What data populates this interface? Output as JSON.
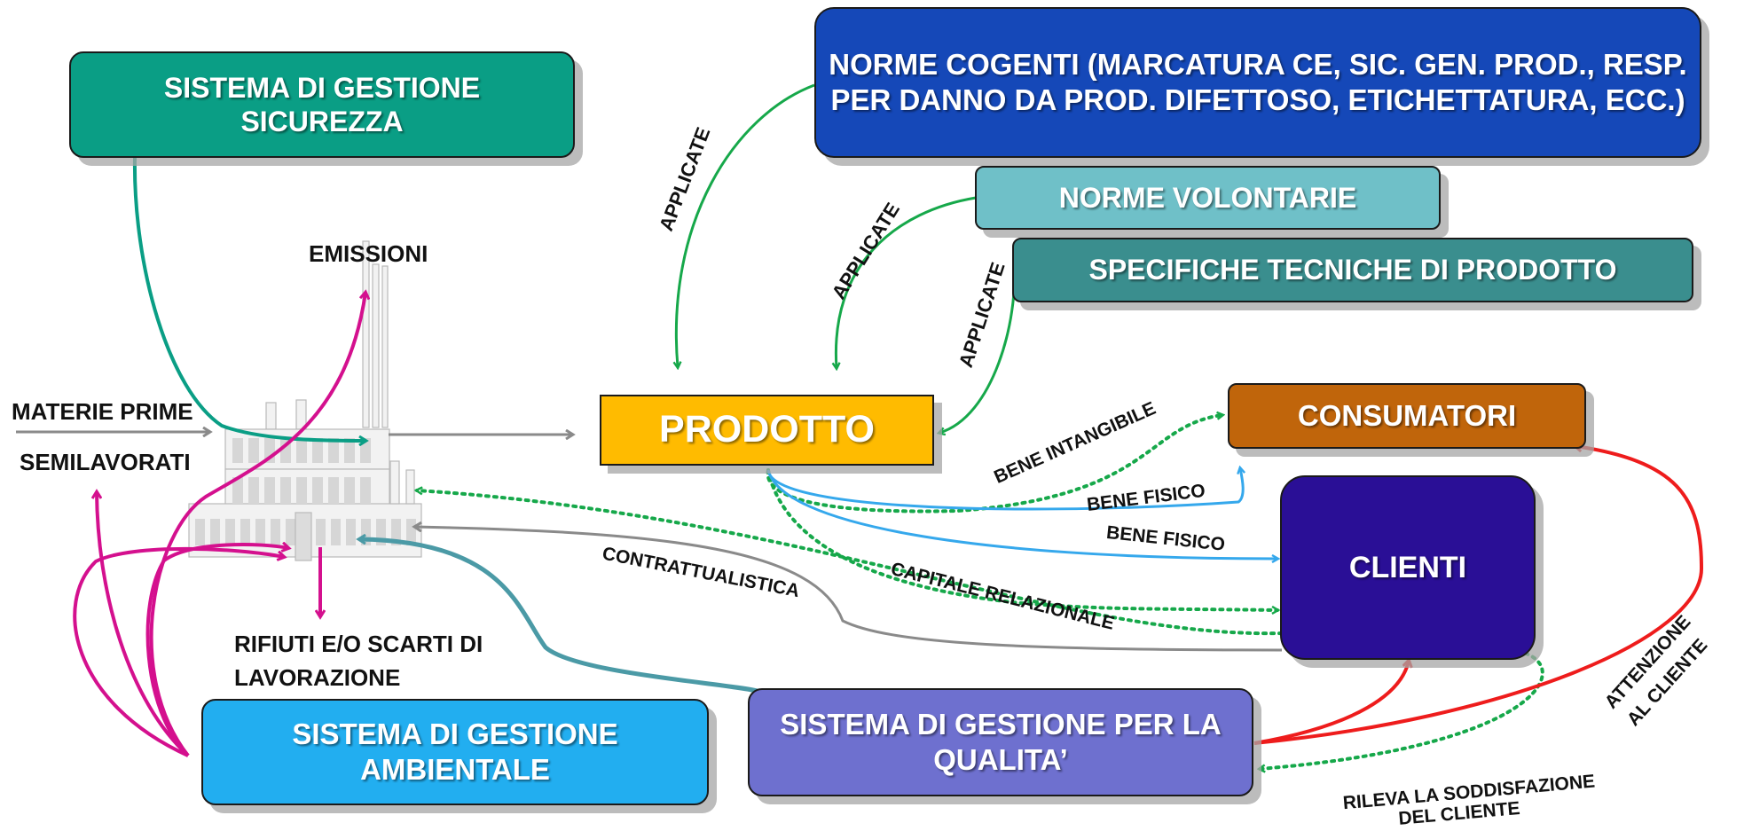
{
  "boxes": {
    "sgs": "SISTEMA DI GESTIONE SICUREZZA",
    "norme_cogenti": "NORME COGENTI (MARCATURA CE, SIC. GEN. PROD., RESP. PER DANNO DA PROD. DIFETTOSO, ETICHETTATURA, ECC.)",
    "norme_volontarie": "NORME VOLONTARIE",
    "specifiche": "SPECIFICHE TECNICHE DI PRODOTTO",
    "prodotto": "PRODOTTO",
    "consumatori": "CONSUMATORI",
    "clienti": "CLIENTI",
    "sga": "SISTEMA DI GESTIONE AMBIENTALE",
    "sgq": "SISTEMA DI GESTIONE PER LA QUALITA’"
  },
  "labels": {
    "emissioni": "EMISSIONI",
    "materie_prime": "MATERIE PRIME",
    "semilavorati": "SEMILAVORATI",
    "rifiuti_1": "RIFIUTI E/O SCARTI DI",
    "rifiuti_2": "LAVORAZIONE",
    "applicate": "APPLICATE",
    "bene_intangibile": "BENE INTANGIBILE",
    "bene_fisico": "BENE FISICO",
    "contrattualistica": "CONTRATTUALISTICA",
    "capitale_relazionale": "CAPITALE RELAZIONALE",
    "attenzione_1": "ATTENZIONE",
    "attenzione_2": "AL CLIENTE",
    "rileva_1": "RILEVA LA SODDISFAZIONE",
    "rileva_2": "DEL CLIENTE"
  },
  "colors": {
    "sgs": "#0a9e85",
    "norme_cogenti": "#1548b8",
    "norme_volontarie": "#6fc0c8",
    "specifiche": "#3a8e8e",
    "prodotto": "#ffbb00",
    "consumatori": "#c0650b",
    "clienti": "#2a0f96",
    "sga": "#22aef0",
    "sgq": "#6e70cf",
    "arrow_green": "#16a84a",
    "arrow_magenta": "#d4108e",
    "arrow_red": "#ee1c1c",
    "arrow_blue": "#35a8ec",
    "arrow_teal": "#4b9aa6",
    "arrow_grey": "#8a8a8a"
  },
  "icons": {
    "factory": "factory-icon"
  }
}
